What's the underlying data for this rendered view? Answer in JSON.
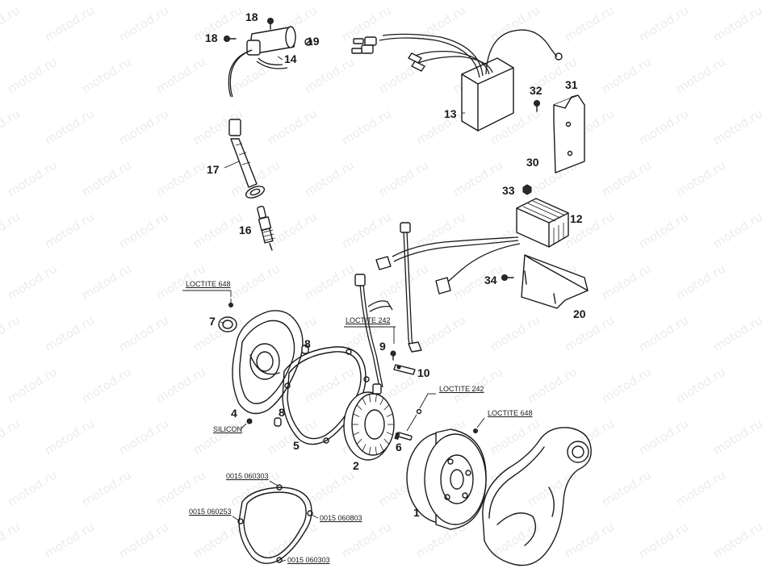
{
  "watermark": "motod.ru",
  "callouts": {
    "c1": "1",
    "c2": "2",
    "c4": "4",
    "c5": "5",
    "c6": "6",
    "c7": "7",
    "c8a": "8",
    "c8b": "8",
    "c9": "9",
    "c10": "10",
    "c12": "12",
    "c13": "13",
    "c14": "14",
    "c16": "16",
    "c17": "17",
    "c18a": "18",
    "c18b": "18",
    "c19": "19",
    "c20": "20",
    "c30": "30",
    "c31": "31",
    "c32": "32",
    "c33": "33",
    "c34": "34"
  },
  "notes": {
    "loctite_648_top": "LOCTITE 648",
    "loctite_242_mid": "LOCTITE 242",
    "loctite_242_low": "LOCTITE 242",
    "loctite_648_low": "LOCTITE 648",
    "silicon": "SILICON",
    "code_0015_060303_top": "0015 060303",
    "code_0015_060253": "0015 060253",
    "code_0015_060803": "0015 060803",
    "code_0015_060303_bottom": "0015 060303"
  },
  "icons": {
    "bolt": "bolt-icon",
    "nut": "nut-icon"
  }
}
